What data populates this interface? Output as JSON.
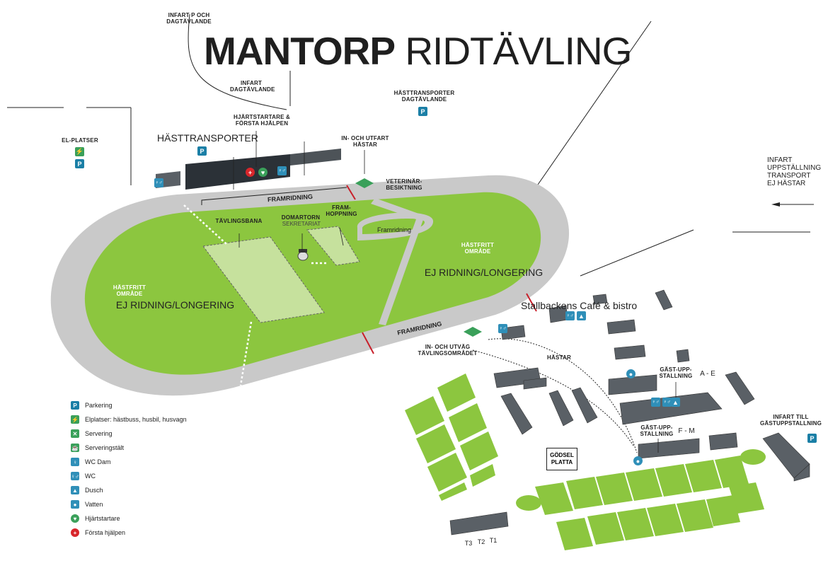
{
  "title": {
    "bold": "MANTORP",
    "regular": " RIDTÄVLING"
  },
  "labels": {
    "infart_p": "INFART P OCH\nDAGTÄVLANDE",
    "infart_dag": "INFART\nDAGTÄVLANDE",
    "hjartstartare": "HJÄRTSTARTARE &\nFÖRSTA HJÄLPEN",
    "el_platser": "EL-PLATSER",
    "hasttransporter": "HÄSTTRANSPORTER",
    "hasttransporter_dag": "HÄSTTRANSPORTER\nDAGTÄVLANDE",
    "in_utfart": "IN- OCH UTFART\nHÄSTAR",
    "veterinar": "VETERINÄR-\nBESIKTNING",
    "infart_uppstallning": "INFART\nUPPSTÄLLNING\nTRANSPORT\nEJ HÄSTAR",
    "framridning_top": "FRAMRIDNING",
    "framridning_bottom": "FRAMRIDNING",
    "framridning_inner": "Framridning",
    "tavlingsbana": "TÄVLINGSBANA",
    "domartorn": "DOMARTORN",
    "sekretariat": "SEKRETARIAT",
    "framhoppning": "FRAM-\nHOPPNING",
    "hastfritt_1": "HÄSTFRITT\nOMRÅDE",
    "hastfritt_2": "HÄSTFRITT\nOMRÅDE",
    "ej_ridning_1": "EJ RIDNING/LONGERING",
    "ej_ridning_2": "EJ RIDNING/LONGERING",
    "cafe": "Stallbackens Café & bistro",
    "in_utvag": "IN- OCH UTVÄG\nTÄVLINGSOMRÅDET",
    "hastar": "HÄSTAR",
    "gast_ae": "GÄST-UPP-\nSTALLNING",
    "gast_ae_range": "A - E",
    "gast_fm": "GÄST-UPP-\nSTALLNING",
    "gast_fm_range": "F - M",
    "infart_gast": "INFART TILL\nGÄSTUPPSTALLNING",
    "godsel": "GÖDSEL\nPLATTA",
    "t3": "T3",
    "t2": "T2",
    "t1": "T1"
  },
  "icon_glyphs": {
    "parking": "P",
    "wc": "♀♂",
    "shower": "▲",
    "water": "●",
    "first_aid": "+",
    "defib": "♥",
    "el": "⚡",
    "serving": "✕",
    "tent": "☕"
  },
  "legend": [
    {
      "icon": "parking-icon",
      "glyph": "P",
      "color": "#1b7fa6",
      "text": "Parkering"
    },
    {
      "icon": "plug-icon",
      "glyph": "⚡",
      "color": "#3aa05a",
      "text": "Elplatser: hästbuss, husbil, husvagn"
    },
    {
      "icon": "cutlery-icon",
      "glyph": "✕",
      "color": "#3aa05a",
      "text": "Servering"
    },
    {
      "icon": "tent-icon",
      "glyph": "☕",
      "color": "#3aa05a",
      "text": "Serveringstält"
    },
    {
      "icon": "wc-women-icon",
      "glyph": "♀",
      "color": "#2f8fb8",
      "text": "WC Dam"
    },
    {
      "icon": "wc-icon",
      "glyph": "♀♂",
      "color": "#2f8fb8",
      "text": "WC"
    },
    {
      "icon": "shower-icon",
      "glyph": "▲",
      "color": "#2f8fb8",
      "text": "Dusch"
    },
    {
      "icon": "water-icon",
      "glyph": "●",
      "color": "#2f8fb8",
      "text": "Vatten"
    },
    {
      "icon": "defibrillator-icon",
      "glyph": "♥",
      "color": "#3aa05a",
      "text": "Hjärtstartare"
    },
    {
      "icon": "first-aid-icon",
      "glyph": "+",
      "color": "#d8262b",
      "text": "Första hjälpen"
    }
  ],
  "colors": {
    "track": "#c9c9c9",
    "grass": "#8cc63f",
    "arena": "#c6e19d",
    "building": "#4d5358",
    "roof": "#6e747a",
    "accent_red": "#c8202b"
  }
}
